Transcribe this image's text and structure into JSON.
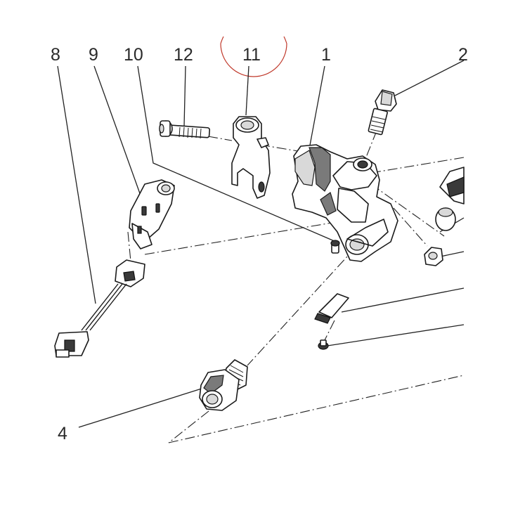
{
  "callouts": {
    "c1": "1",
    "c2": "2",
    "c4": "4",
    "c8": "8",
    "c9": "9",
    "c10": "10",
    "c11": "11",
    "c12": "12"
  },
  "highlight": {
    "circled_callout": "11",
    "circle_color": "#c0392b"
  }
}
